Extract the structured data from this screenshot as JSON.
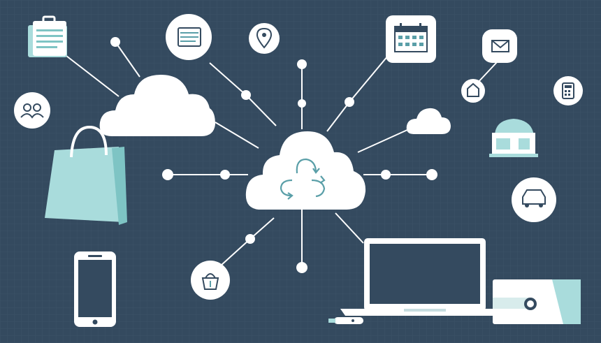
{
  "scene": {
    "background": "#344a5f",
    "grid_color": "#3c5367",
    "line_color": "#ffffff",
    "icon_fill": "#ffffff",
    "icon_stroke": "#344a5f",
    "accent": "#a9dcdc",
    "accent_dark": "#6fb8b8"
  },
  "elements": [
    "central-cloud-with-sync-arrows",
    "cloud-upper-left",
    "cloud-small-right",
    "briefcase-icon",
    "users-icon",
    "shopping-bag-icon",
    "smartphone-icon",
    "document-scroll-icon",
    "location-pin-icon",
    "calendar-icon",
    "mail-icon",
    "home-icon",
    "calculator-icon",
    "store-icon",
    "car-icon",
    "basket-icon",
    "laptop-icon",
    "usb-drive-icon",
    "projector-icon"
  ]
}
